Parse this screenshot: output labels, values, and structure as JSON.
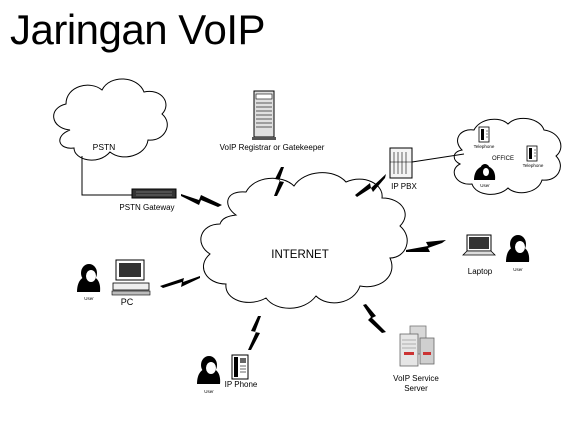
{
  "title": "Jaringan VoIP",
  "clouds": {
    "internet": "INTERNET",
    "pstn": "PSTN",
    "office": "OFFICE"
  },
  "nodes": {
    "voip_registrar": "VoIP Registrar or Gatekeeper",
    "pstn_gateway": "PSTN Gateway",
    "ip_pbx": "IP PBX",
    "laptop": "Laptop",
    "pc": "PC",
    "ip_phone": "IP Phone",
    "voip_service_server_line1": "VoIP Service",
    "voip_service_server_line2": "Server"
  },
  "office_devices": {
    "telephone_1": "Telephone",
    "telephone_2": "Telephone",
    "user_office": "User"
  },
  "user_labels": {
    "pc_user": "User",
    "laptop_user": "User",
    "ip_phone_user": "User"
  }
}
